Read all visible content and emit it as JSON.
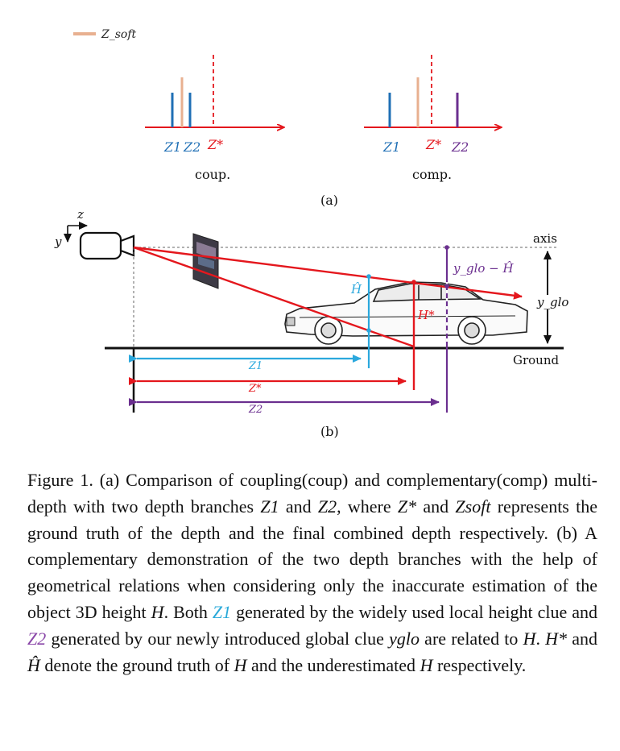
{
  "colors": {
    "z1": "#1f6fb5",
    "z1_light": "#2ba8dd",
    "zsoft": "#e8b090",
    "zstar": "#e4171d",
    "z2": "#6b2f8f",
    "black": "#111111"
  },
  "panel_a": {
    "legend_label": "Z_soft",
    "coup": {
      "label": "coup.",
      "z1": "Z1",
      "z2": "Z2",
      "zstar": "Z*"
    },
    "comp": {
      "label": "comp.",
      "z1": "Z1",
      "z2": "Z2",
      "zstar": "Z*"
    },
    "panel_label": "(a)"
  },
  "panel_b": {
    "axis_z": "z",
    "axis_y": "y",
    "axis_label": "axis",
    "ground_label": "Ground",
    "h_hat": "Ĥ",
    "h_star": "H*",
    "y_glo_minus_h": "y_glo − Ĥ",
    "y_glo": "y_glo",
    "dist_z1": "Z1",
    "dist_zstar": "Z*",
    "dist_z2": "Z2",
    "panel_label": "(b)"
  },
  "caption": {
    "p1": "Figure 1.   (a) Comparison of coupling(coup) and complementary(comp) multi-depth with two depth branches ",
    "p2": " and ",
    "p3": ", where ",
    "p4": " and ",
    "p5": " represents the ground truth of the depth and the final combined depth respectively. (b) A complementary demonstration of the two depth branches with the help of geometrical relations when considering only the inaccurate estimation of the object 3D height ",
    "p6": ". Both ",
    "p7": " generated by the widely used local height clue and ",
    "p8": " generated by our newly introduced global clue ",
    "p9": " are related to ",
    "p10": ".  ",
    "p11": " and ",
    "p12": " denote the ground truth of ",
    "p13": " and the underestimated ",
    "p14": " respectively.",
    "m_z1": "Z1",
    "m_z2": "Z2",
    "m_zstar": "Z*",
    "m_zsoft": "Zsoft",
    "m_h": "H",
    "m_hstar": "H*",
    "m_hhat": "Ĥ",
    "m_yglo": "yglo"
  }
}
